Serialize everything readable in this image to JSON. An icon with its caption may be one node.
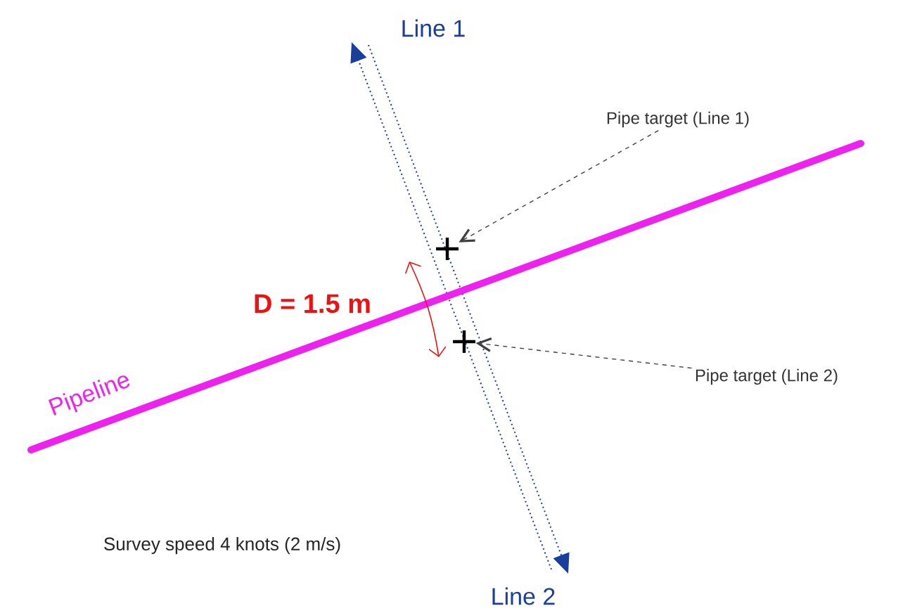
{
  "diagram": {
    "nodes": [
      {
        "text": [
          "Pipe target (Line 1)"
        ]
      },
      {
        "text": [],
        "shape": "cross"
      },
      {
        "text": [],
        "shape": "cross"
      },
      {
        "text": [
          "Pipe target (Line 2)"
        ]
      }
    ],
    "edges": [
      {
        "from": 0,
        "to": 1,
        "arrow": "to",
        "style": "dashed"
      },
      {
        "from": 3,
        "to": 2,
        "arrow": "to",
        "style": "dashed"
      }
    ],
    "labels": [
      "Line 1",
      "D = 1.5 m",
      "Pipeline",
      "Survey speed 4 knots (2 m/s)",
      "Line 2"
    ]
  }
}
